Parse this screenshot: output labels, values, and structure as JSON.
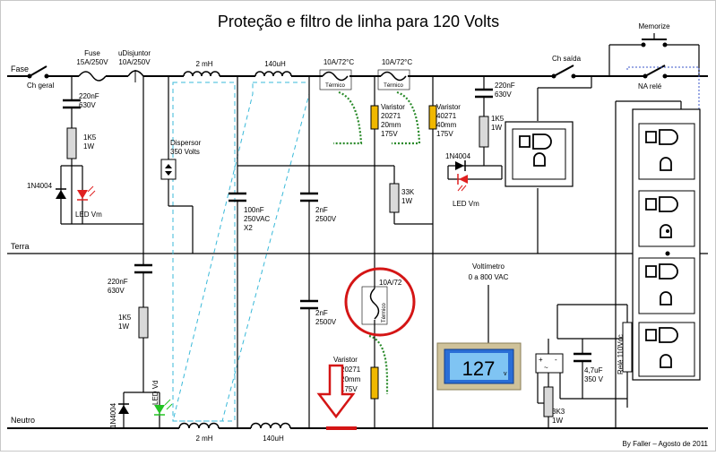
{
  "title": "Proteção e filtro de linha para 120 Volts",
  "credit": "By Faller – Agosto de 2011",
  "rails": {
    "fase": "Fase",
    "terra": "Terra",
    "neutro": "Neutro"
  },
  "switches": {
    "ch_geral": "Ch geral",
    "ch_saida": "Ch saída",
    "memorize": "Memorize",
    "na_rele": "NA relé"
  },
  "fuse": {
    "name": "Fuse",
    "value": "15A/250V"
  },
  "breaker": {
    "name": "uDisjuntor",
    "value": "10A/250V"
  },
  "inductors": {
    "top1": "2 mH",
    "top2": "140uH",
    "bot1": "2 mH",
    "bot2": "140uH"
  },
  "thermals": {
    "t1": "10A/72°C",
    "t2": "10A/72°C",
    "t3": "10A/72",
    "tag": "Térmico"
  },
  "cap_left_top": [
    "220nF",
    "630V"
  ],
  "res_left_top": [
    "1K5",
    "1W"
  ],
  "diode_left_top": "1N4004",
  "led_left_top": "LED Vm",
  "cap_left_bot": [
    "220nF",
    "630V"
  ],
  "res_left_bot": [
    "1K5",
    "1W"
  ],
  "diode_left_bot": "1N4004",
  "led_left_bot": "LED Vd",
  "dispersor": [
    "Dispersor",
    "350 Volts"
  ],
  "cap_x2": [
    "100nF",
    "250VAC",
    "X2"
  ],
  "cap_2nf_a": [
    "2nF",
    "2500V"
  ],
  "cap_2nf_b": [
    "2nF",
    "2500V"
  ],
  "varistor1": [
    "Varistor",
    "20271",
    "20mm",
    "175V"
  ],
  "varistor2": [
    "Varistor",
    "40271",
    "40mm",
    "175V"
  ],
  "varistor3": [
    "Varistor",
    "20271",
    "20mm",
    "175V"
  ],
  "res_33k": [
    "33K",
    "1W"
  ],
  "cap_right": [
    "220nF",
    "630V"
  ],
  "res_right": [
    "1K5",
    "1W"
  ],
  "diode_right": "1N4004",
  "led_right": "LED Vm",
  "voltmeter": {
    "label": [
      "Voltímetro",
      "0 a 800 VAC"
    ],
    "display": "127",
    "unit": "v"
  },
  "relay_cap": [
    "4,7uF",
    "350 V"
  ],
  "res_3k3": [
    "3K3",
    "1W"
  ],
  "relay": "Relé 110Vcc",
  "bridge_marks": {
    "pos": "+",
    "neg": "-",
    "ac": "~"
  }
}
